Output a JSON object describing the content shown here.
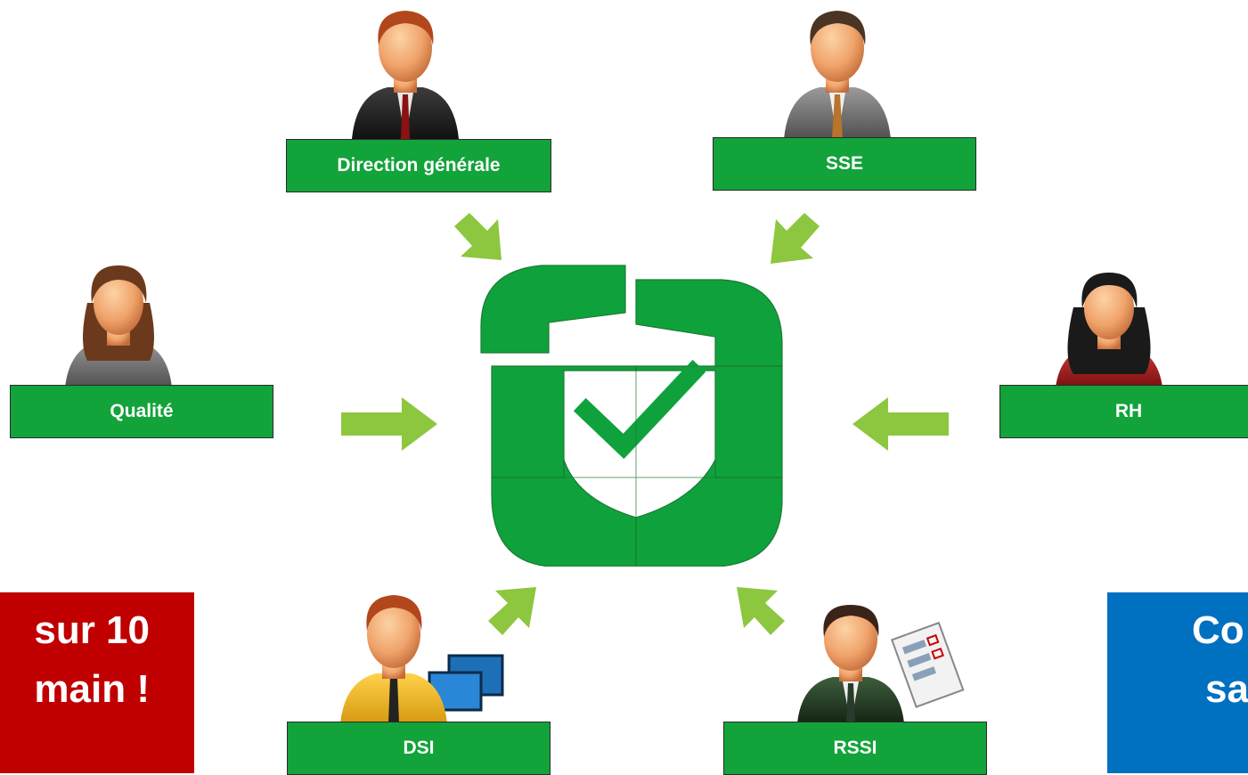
{
  "roles": {
    "direction": "Direction générale",
    "sse": "SSE",
    "qualite": "Qualité",
    "rh": "RH",
    "dsi": "DSI",
    "rssi": "RSSI"
  },
  "callouts": {
    "left": {
      "line1": "sur 10",
      "line2": "main !"
    },
    "right": {
      "line1": "Co",
      "line2": "sa"
    }
  },
  "colors": {
    "label_green": "#12a33a",
    "logo_green": "#0fa23c",
    "arrow_green": "#8dc63f",
    "callout_red": "#c00000",
    "callout_blue": "#0070c0"
  },
  "icons": {
    "center": "shield-check-icon"
  }
}
